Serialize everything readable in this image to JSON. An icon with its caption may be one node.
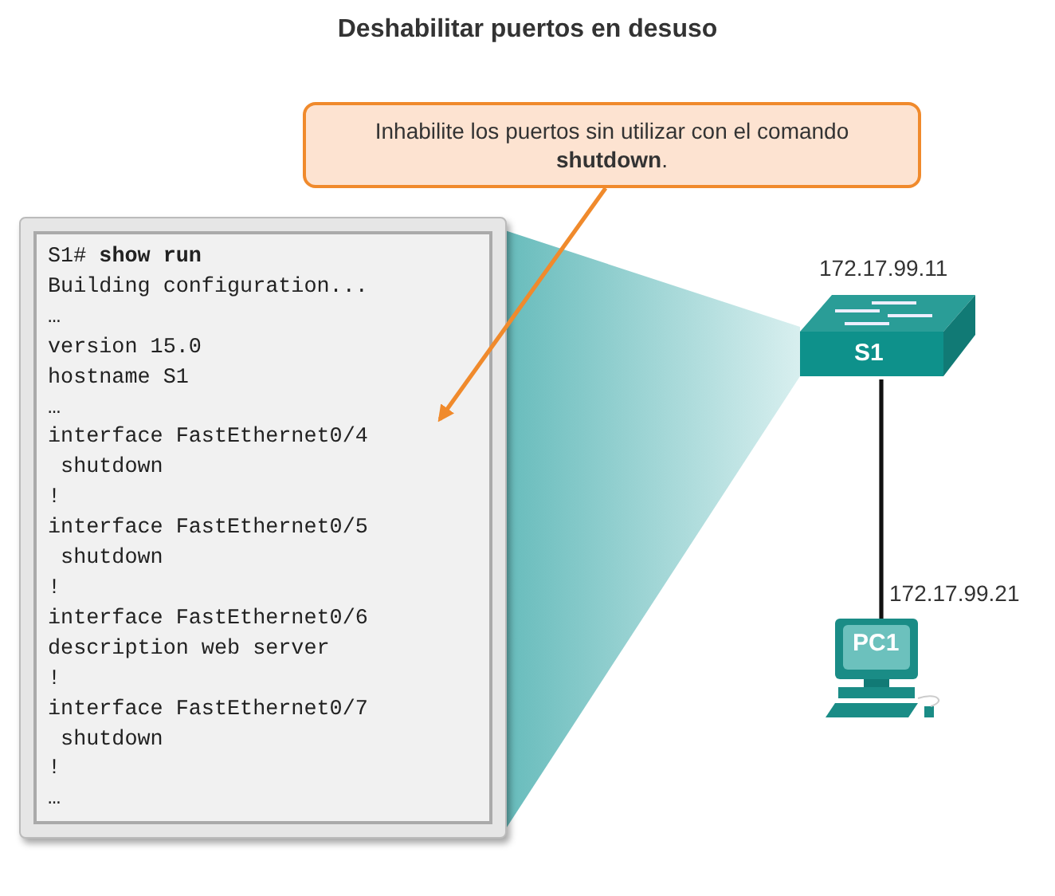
{
  "diagram": {
    "title": "Deshabilitar puertos en desuso",
    "nodes": [
      {
        "text": [
          "Inhabilite los puertos sin utilizar con el comando **shutdown**."
        ]
      },
      {
        "text": [
          "S1# **show run**",
          "Building configuration...",
          "…",
          "version 15.0",
          "hostname S1",
          "…",
          "interface FastEthernet0/4",
          " shutdown",
          "!",
          "interface FastEthernet0/5",
          " shutdown",
          "!",
          "interface FastEthernet0/6",
          "description web server",
          "!",
          "interface FastEthernet0/7",
          " shutdown",
          "!",
          "…"
        ]
      },
      {
        "text": [
          "S1"
        ],
        "beside": [
          "172.17.99.11"
        ]
      },
      {
        "text": [
          "PC1"
        ],
        "beside": [
          "172.17.99.21"
        ]
      }
    ],
    "edges": [
      {
        "from": 0,
        "to": 1,
        "arrow": "to",
        "color": "#f08a2c"
      },
      {
        "from": 2,
        "to": 3,
        "arrow": "none",
        "color": "#111111"
      }
    ]
  }
}
